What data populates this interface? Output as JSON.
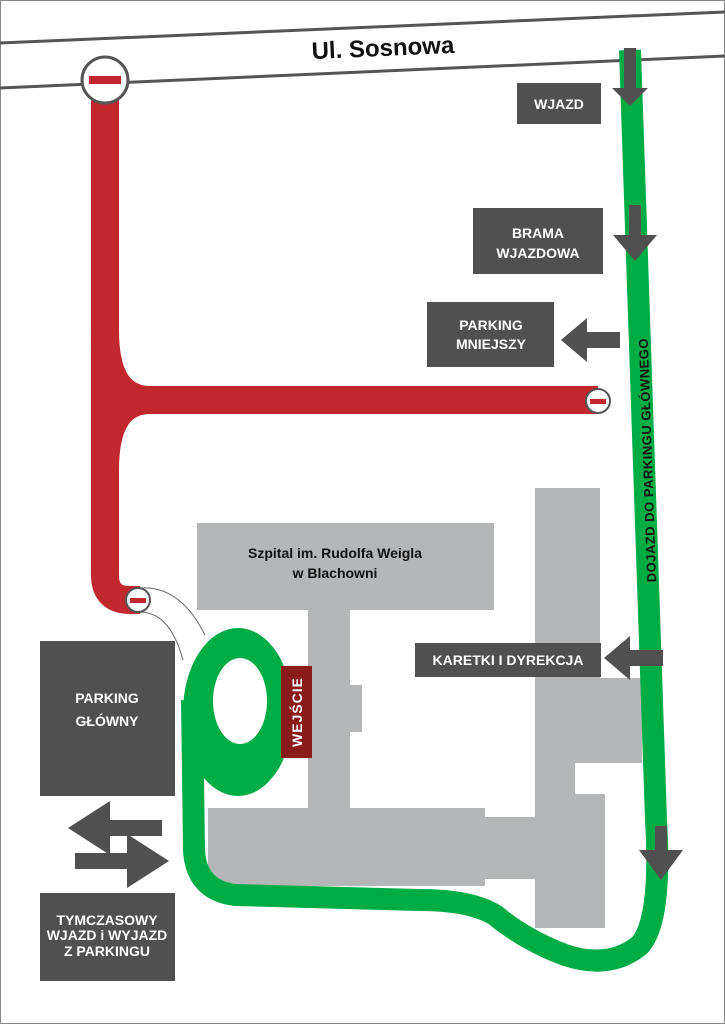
{
  "street": {
    "name": "Ul. Sosnowa"
  },
  "labels": {
    "entry": "WJAZD",
    "gate_line1": "BRAMA",
    "gate_line2": "WJAZDOWA",
    "small_parking_line1": "PARKING",
    "small_parking_line2": "MNIEJSZY",
    "ambulances": "KARETKI I DYREKCJA",
    "main_parking_line1": "PARKING",
    "main_parking_line2": "GŁÓWNY",
    "temp_line1": "TYMCZASOWY",
    "temp_line2": "WJAZD i WYJAZD",
    "temp_line3": "Z PARKINGU",
    "entrance": "WEJŚCIE",
    "route": "DOJAZD DO PARKINGU GŁÓWNEGO"
  },
  "hospital": {
    "line1": "Szpital im. Rudolfa Weigla",
    "line2": "w Blachowni"
  },
  "colors": {
    "route_green": "#00ad45",
    "closed_red": "#c1272d",
    "box_gray": "#505050",
    "building": "#b5b6b8",
    "entrance_red": "#8b1a1a"
  }
}
